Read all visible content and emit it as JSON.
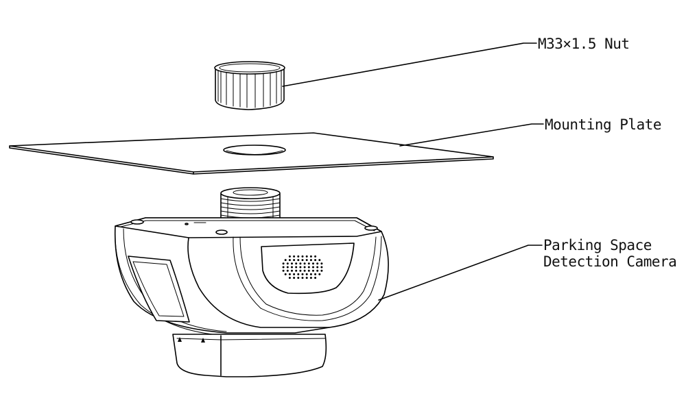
{
  "labels": {
    "nut": "M33×1.5 Nut",
    "plate": "Mounting Plate",
    "camera_line1": "Parking Space",
    "camera_line2": "Detection Camera"
  }
}
